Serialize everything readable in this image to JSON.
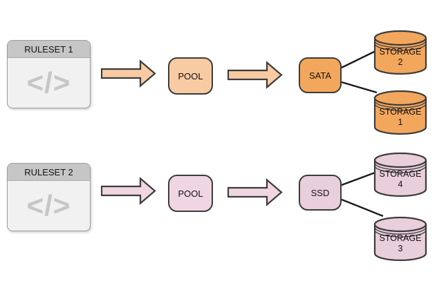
{
  "colors": {
    "orange_light": "#F8CBA2",
    "orange_dark": "#F3A75D",
    "pink_light": "#F0D6E2",
    "pink_dark": "#E9CEDB",
    "shape_stroke": "#3B3B3B",
    "connector_stroke": "#1A1A1A",
    "window_titlebar": "#C6C6C6",
    "window_body": "#F1F1F1",
    "window_border": "#9B9B9B",
    "window_icon_gray": "#C6C6C6"
  },
  "rows": [
    {
      "name": "sata-flow",
      "ruleset": {
        "title": "RULESET 1",
        "icon": "</>"
      },
      "pool_label": "POOL",
      "device_label": "SATA",
      "storages": [
        {
          "name": "STORAGE",
          "number": "2"
        },
        {
          "name": "STORAGE",
          "number": "1"
        }
      ]
    },
    {
      "name": "ssd-flow",
      "ruleset": {
        "title": "RULESET 2",
        "icon": "</>"
      },
      "pool_label": "POOL",
      "device_label": "SSD",
      "storages": [
        {
          "name": "STORAGE",
          "number": "4"
        },
        {
          "name": "STORAGE",
          "number": "3"
        }
      ]
    }
  ]
}
